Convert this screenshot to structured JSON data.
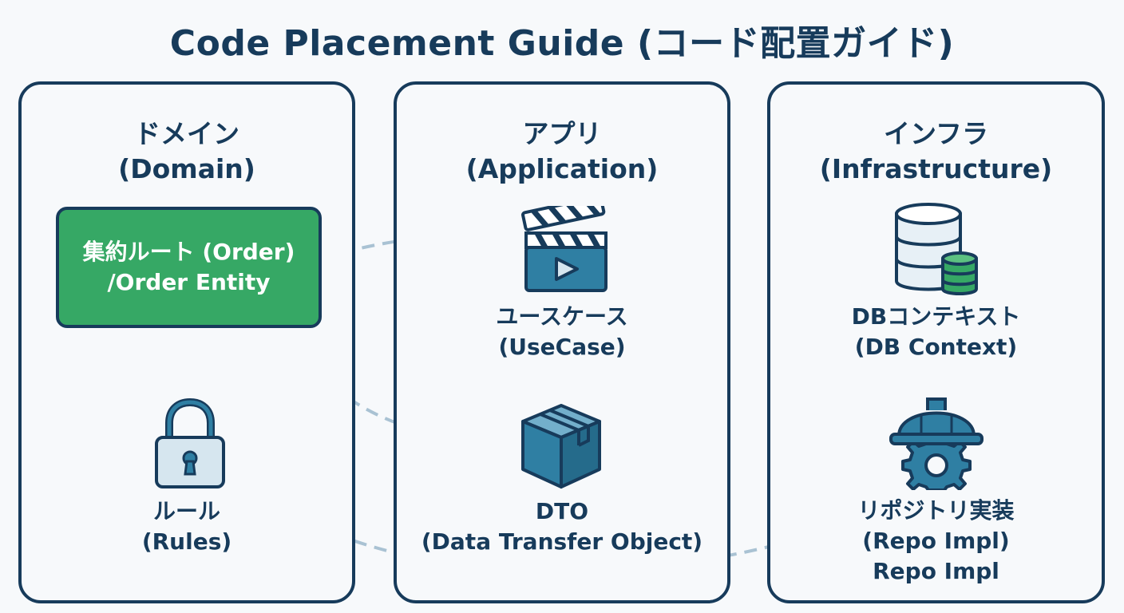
{
  "title": "Code Placement Guide (コード配置ガイド)",
  "domain_panel": {
    "heading_jp": "ドメイン",
    "heading_en": "(Domain)",
    "aggregate_line1": "集約ルート (Order)",
    "aggregate_line2": "/Order Entity",
    "rules_jp": "ルール",
    "rules_en": "(Rules)"
  },
  "application_panel": {
    "heading_jp": "アプリ",
    "heading_en": "(Application)",
    "usecase_jp": "ユースケース",
    "usecase_en": "(UseCase)",
    "dto_title": "DTO",
    "dto_en": "(Data Transfer Object)"
  },
  "infrastructure_panel": {
    "heading_jp": "インフラ",
    "heading_en": "(Infrastructure)",
    "db_jp": "DBコンテキスト",
    "db_en": "(DB Context)",
    "repo_jp": "リポジトリ実装",
    "repo_en": "(Repo Impl)",
    "repo_extra": "Repo Impl"
  },
  "icons": {
    "usecase": "clapperboard-icon",
    "dto": "box-icon",
    "db": "database-icon",
    "repo": "hardhat-gear-icon",
    "rules": "padlock-icon"
  },
  "colors": {
    "outline": "#173b5b",
    "accent_teal": "#2f7fa3",
    "accent_green": "#36a865",
    "connector": "#a9c2d3"
  }
}
